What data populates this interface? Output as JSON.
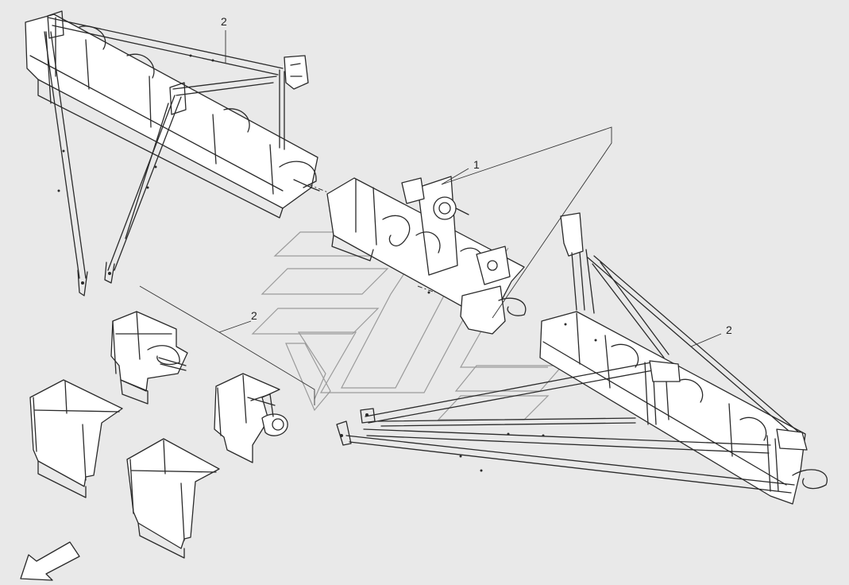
{
  "callouts": [
    {
      "id": "left-boom",
      "label": "2"
    },
    {
      "id": "center-section",
      "label": "1"
    },
    {
      "id": "spare-modules",
      "label": "2"
    },
    {
      "id": "right-boom",
      "label": "2"
    }
  ],
  "icons": {
    "direction": "arrow-down-left-icon",
    "watermark": "chevron-logo-watermark"
  },
  "colors": {
    "background": "#e9e9e9",
    "line": "#2a2a2a",
    "watermark": "#9a9a9a"
  }
}
